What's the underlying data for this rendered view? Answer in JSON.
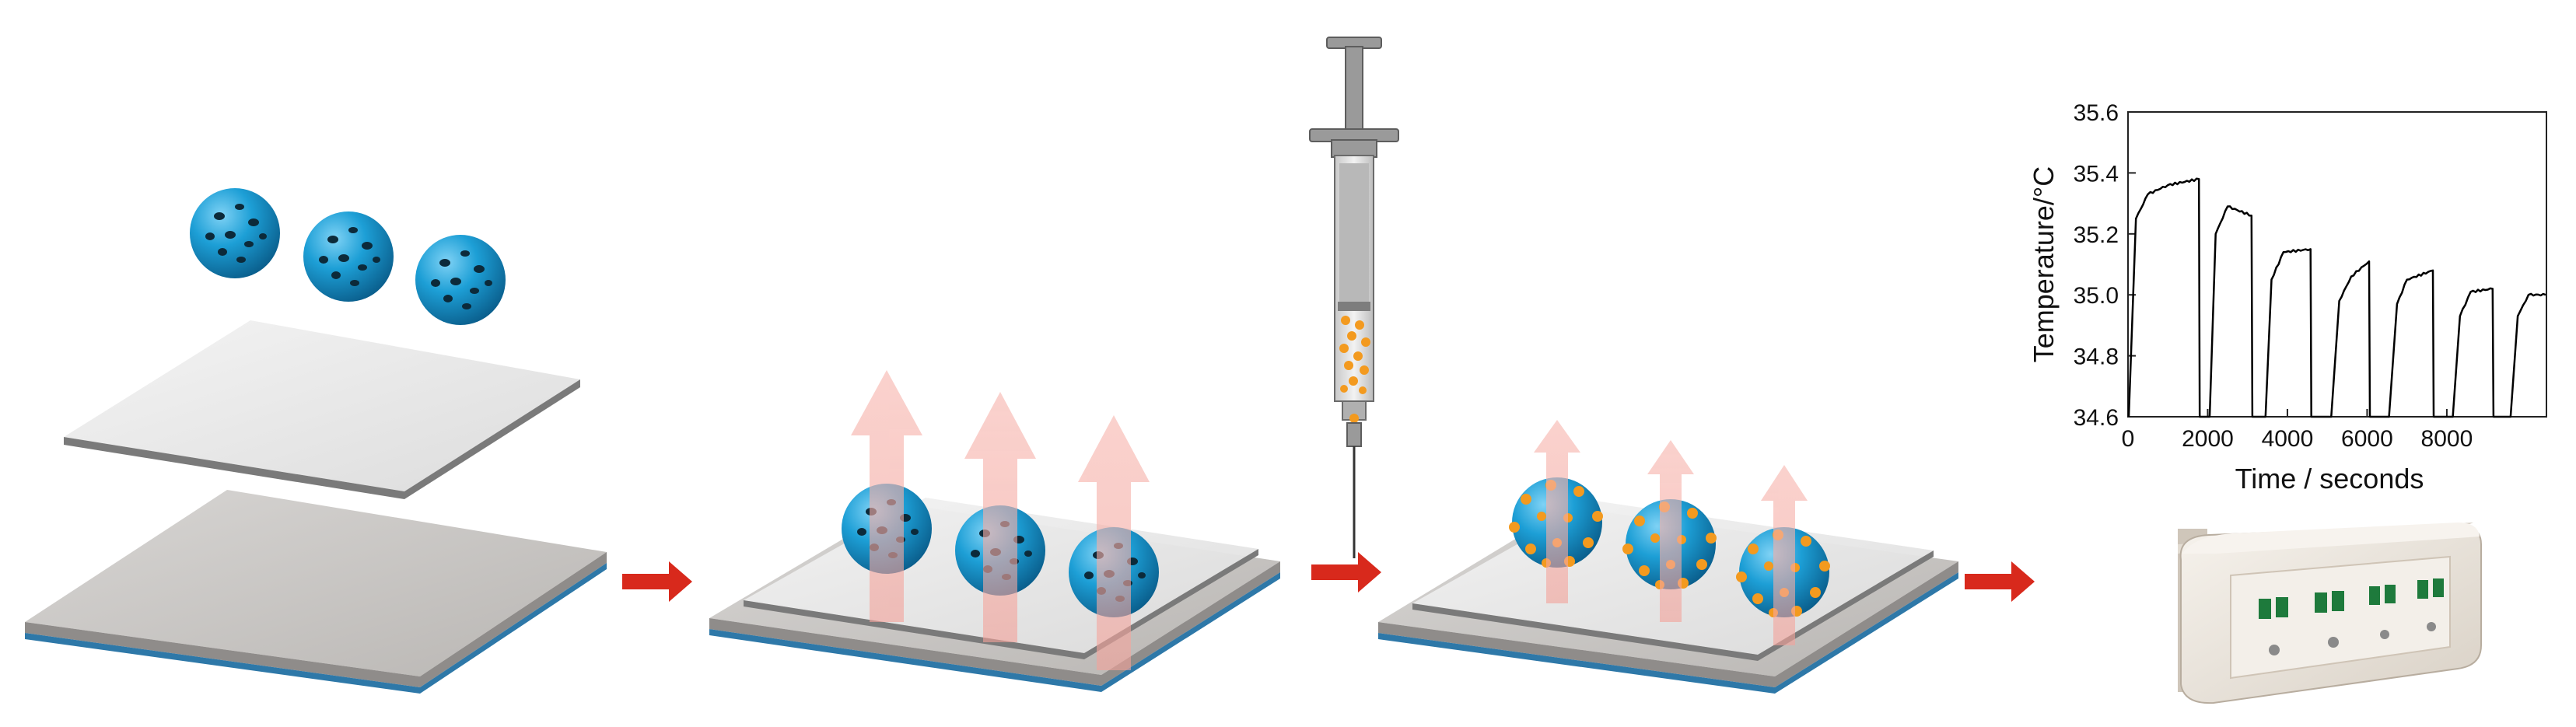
{
  "colors": {
    "sphere": "#1d9fd6",
    "sphere_dark": "#0a5e8c",
    "arrow": "#d8291c",
    "heat_arrow": "#f3a29a",
    "payload": "#f39a1f",
    "base_top": "#c9c6c3",
    "base_edge_gray": "#8f8c8a",
    "base_edge_blue": "#2e78a8",
    "film": "#e6e6e6",
    "film_edge": "#7a7a7a",
    "device_body": "#ece6df",
    "device_panel": "#f3efe9",
    "device_switch": "#1e7a3c",
    "syringe_gray": "#9a9a9a",
    "trace": "#000000"
  },
  "icons": [
    "porous-sphere-icon",
    "process-arrow-icon",
    "heat-arrow-icon",
    "syringe-icon",
    "device-icon"
  ],
  "chart_data": {
    "type": "line",
    "title": "",
    "xlabel": "Time / seconds",
    "ylabel": "Temperature/°C",
    "xlim": [
      0,
      10500
    ],
    "ylim": [
      34.6,
      35.6
    ],
    "xticks": [
      0,
      2000,
      4000,
      6000,
      8000
    ],
    "yticks": [
      "34.6",
      "34.8",
      "35.0",
      "35.2",
      "35.4",
      "35.6"
    ],
    "x_tick_labels": [
      "0",
      "2000",
      "4000",
      "6000",
      "8000"
    ],
    "y_tick_labels": [
      "34.6",
      "34.8",
      "35.0",
      "35.2",
      "35.4",
      "35.6"
    ],
    "grid": false,
    "series": [
      {
        "values": [
          {
            "t": 20,
            "y": 34.6
          },
          {
            "t": 200,
            "y": 35.25
          },
          {
            "t": 500,
            "y": 35.33
          },
          {
            "t": 1000,
            "y": 35.36
          },
          {
            "t": 1780,
            "y": 35.38
          },
          {
            "t": 1800,
            "y": 34.6
          },
          {
            "t": 2050,
            "y": 34.6
          },
          {
            "t": 2200,
            "y": 35.2
          },
          {
            "t": 2500,
            "y": 35.29
          },
          {
            "t": 3100,
            "y": 35.26
          },
          {
            "t": 3120,
            "y": 34.6
          },
          {
            "t": 3450,
            "y": 34.6
          },
          {
            "t": 3600,
            "y": 35.05
          },
          {
            "t": 3900,
            "y": 35.14
          },
          {
            "t": 4580,
            "y": 35.15
          },
          {
            "t": 4600,
            "y": 34.6
          },
          {
            "t": 5100,
            "y": 34.6
          },
          {
            "t": 5300,
            "y": 34.98
          },
          {
            "t": 5600,
            "y": 35.06
          },
          {
            "t": 6050,
            "y": 35.11
          },
          {
            "t": 6070,
            "y": 34.6
          },
          {
            "t": 6550,
            "y": 34.6
          },
          {
            "t": 6750,
            "y": 34.97
          },
          {
            "t": 7000,
            "y": 35.05
          },
          {
            "t": 7650,
            "y": 35.08
          },
          {
            "t": 7670,
            "y": 34.6
          },
          {
            "t": 8150,
            "y": 34.6
          },
          {
            "t": 8330,
            "y": 34.93
          },
          {
            "t": 8600,
            "y": 35.01
          },
          {
            "t": 9150,
            "y": 35.02
          },
          {
            "t": 9170,
            "y": 34.6
          },
          {
            "t": 9600,
            "y": 34.6
          },
          {
            "t": 9780,
            "y": 34.93
          },
          {
            "t": 10050,
            "y": 35.0
          },
          {
            "t": 10480,
            "y": 35.0
          }
        ]
      }
    ]
  }
}
